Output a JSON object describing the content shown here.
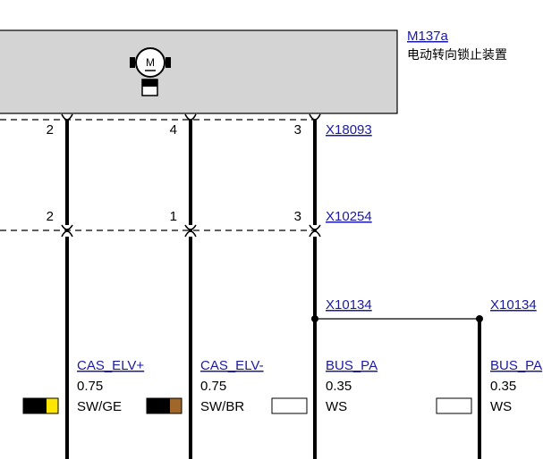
{
  "component": {
    "id": "M137a",
    "name": "电动转向锁止装置",
    "icon_label": "M",
    "box_fill": "#d4d4d4"
  },
  "connectors": {
    "x18093": {
      "id": "X18093",
      "pins": [
        "2",
        "4",
        "3"
      ]
    },
    "x10254": {
      "id": "X10254",
      "pins": [
        "2",
        "1",
        "3"
      ]
    },
    "x10134_left": {
      "id": "X10134"
    },
    "x10134_right": {
      "id": "X10134"
    }
  },
  "wires": [
    {
      "signal": "CAS_ELV+",
      "gauge": "0.75",
      "color_code": "SW/GE",
      "colors": [
        "#000000",
        "#ffe600"
      ]
    },
    {
      "signal": "CAS_ELV-",
      "gauge": "0.75",
      "color_code": "SW/BR",
      "colors": [
        "#000000",
        "#a0662a"
      ]
    },
    {
      "signal": "BUS_PA",
      "gauge": "0.35",
      "color_code": "WS",
      "colors": [
        "#ffffff"
      ]
    },
    {
      "signal": "BUS_PA",
      "gauge": "0.35",
      "color_code": "WS",
      "colors": [
        "#ffffff"
      ]
    }
  ],
  "colors": {
    "link": "#1a1aa6",
    "wire": "#000000"
  }
}
